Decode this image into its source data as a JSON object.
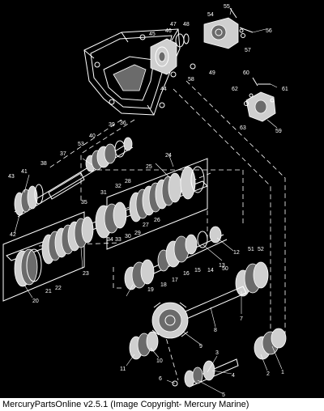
{
  "footer": {
    "text": "MercuryPartsOnline v2.5.1 (Image Copyright- Mercury Marine)"
  },
  "callouts": [
    "1",
    "2",
    "3",
    "4",
    "5",
    "6",
    "7",
    "8",
    "9",
    "10",
    "11",
    "12",
    "13",
    "14",
    "15",
    "16",
    "17",
    "18",
    "19",
    "20",
    "21",
    "22",
    "23",
    "24",
    "25",
    "26",
    "27",
    "28",
    "29",
    "30",
    "31",
    "32",
    "33",
    "34",
    "35",
    "36",
    "37",
    "38",
    "39",
    "40",
    "41",
    "42",
    "43",
    "44",
    "45",
    "46",
    "47",
    "48",
    "49",
    "50",
    "51",
    "52",
    "53",
    "54",
    "55",
    "56",
    "57",
    "58",
    "59",
    "60",
    "61",
    "62",
    "63"
  ],
  "colors": {
    "background": "#000000",
    "line_art": "#ffffff",
    "footer_bg": "#ffffff",
    "footer_text": "#000000"
  }
}
